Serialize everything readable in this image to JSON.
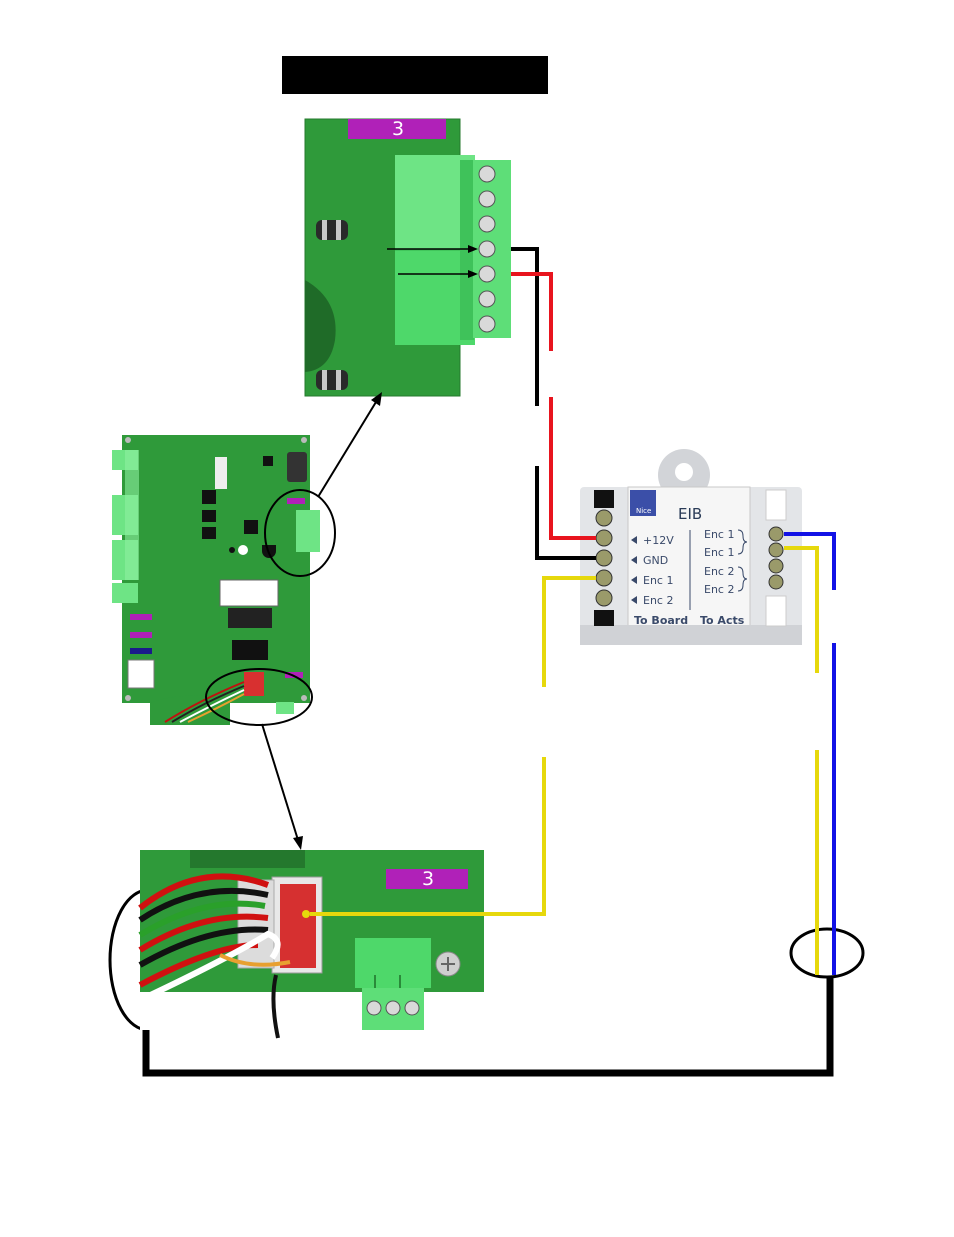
{
  "board_tag_top": "3",
  "board_tag_bottom": "3",
  "eib": {
    "brand": "Nice",
    "title": "EIB",
    "left_terminals": [
      "+12V",
      "GND",
      "Enc 1",
      "Enc 2"
    ],
    "left_group_label": "To Board",
    "right_terminals": [
      "Enc 1",
      "Enc 1",
      "Enc 2",
      "Enc 2"
    ],
    "right_group_label": "To Acts"
  },
  "colors": {
    "board_green": "#2f9a3a",
    "connector_green": "#4ed86a",
    "wire_red": "#e8141e",
    "wire_black": "#000000",
    "wire_yellow": "#e6d80c",
    "wire_blue": "#1212e6",
    "tag_magenta": "#b021b8",
    "title_bar": "#000000"
  }
}
